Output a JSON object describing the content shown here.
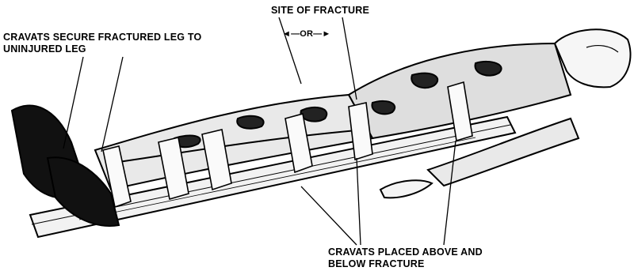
{
  "labels": {
    "secure_line1": "CRAVATS SECURE FRACTURED LEG TO",
    "secure_line2": "UNINJURED LEG",
    "site": "SITE OF FRACTURE",
    "or": "◄—OR—►",
    "above_line1": "CRAVATS PLACED ABOVE AND",
    "above_line2": "BELOW FRACTURE"
  }
}
